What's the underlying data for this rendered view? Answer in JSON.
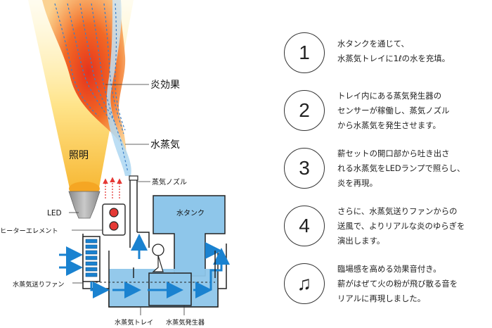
{
  "labels": {
    "flame": "炎効果",
    "steam": "水蒸気",
    "light": "照明",
    "nozzle": "蒸気ノズル",
    "tank": "水タンク",
    "led": "LED",
    "heater": "ヒーターエレメント",
    "fan": "水蒸気送りファン",
    "tray": "水蒸気トレイ",
    "generator": "水蒸気発生器"
  },
  "steps": [
    {
      "number": "1",
      "text": "水タンクを通じて、\n水蒸気トレイに1ℓの水を充填。"
    },
    {
      "number": "2",
      "text": "トレイ内にある蒸気発生器の\nセンサーが稼働し、蒸気ノズル\nから水蒸気を発生させます。"
    },
    {
      "number": "3",
      "text": "薪セットの開口部から吐き出さ\nれる水蒸気をLEDランプで照らし、\n炎を再現。"
    },
    {
      "number": "4",
      "text": "さらに、水蒸気送りファンからの\n送風で、よりリアルな炎のゆらぎを\n演出します。"
    },
    {
      "number": "♫",
      "text": "臨場感を高める効果音付き。\n薪がはぜて火の粉が飛び散る音を\nリアルに再現しました。"
    }
  ],
  "colors": {
    "water": "#8ec6ea",
    "accent_blue": "#1a82d0",
    "flame_red": "#e63c1e",
    "flame_orange": "#f6a040",
    "light_yellow": "#ffe27a",
    "heater_red": "#e53935"
  }
}
